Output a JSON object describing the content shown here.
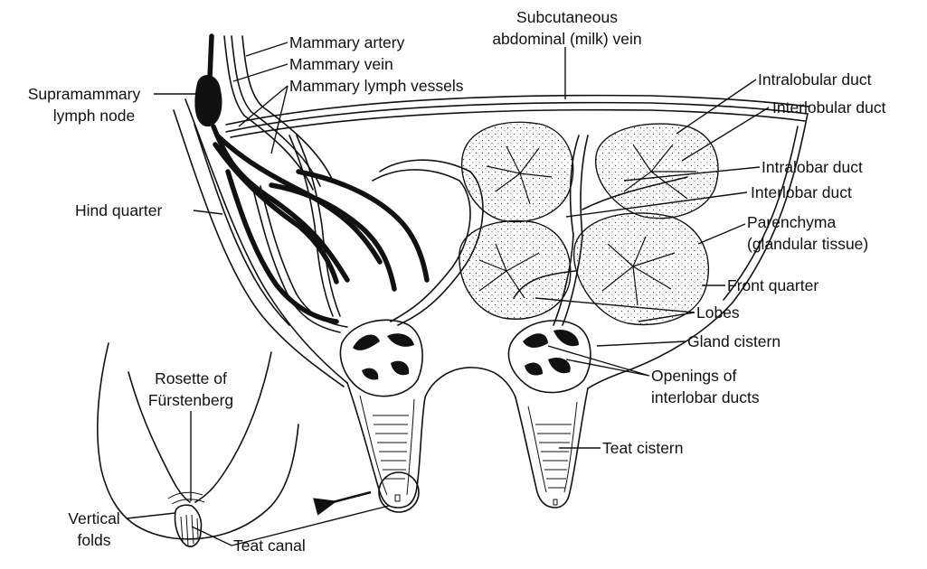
{
  "labels": {
    "subcutaneous_vein": [
      "Subcutaneous",
      "abdominal (milk) vein"
    ],
    "mammary_artery": "Mammary artery",
    "mammary_vein": "Mammary vein",
    "mammary_lymph_vessels": "Mammary lymph vessels",
    "supramammary_lymph_node": [
      "Supramammary",
      "lymph node"
    ],
    "hind_quarter": "Hind quarter",
    "intralobular_duct": "Intralobular duct",
    "interlobular_duct": "Interlobular duct",
    "intralobar_duct": "Intralobar duct",
    "interlobar_duct": "Interlobar duct",
    "parenchyma": [
      "Parenchyma",
      "(glandular tissue)"
    ],
    "front_quarter": "Front quarter",
    "lobes": "Lobes",
    "gland_cistern": "Gland cistern",
    "openings_interlobar_ducts": [
      "Openings of",
      "interlobar ducts"
    ],
    "teat_cistern": "Teat cistern",
    "rosette": [
      "Rosette of",
      "Fürstenberg"
    ],
    "vertical_folds": [
      "Vertical",
      "folds"
    ],
    "teat_canal": "Teat canal"
  }
}
